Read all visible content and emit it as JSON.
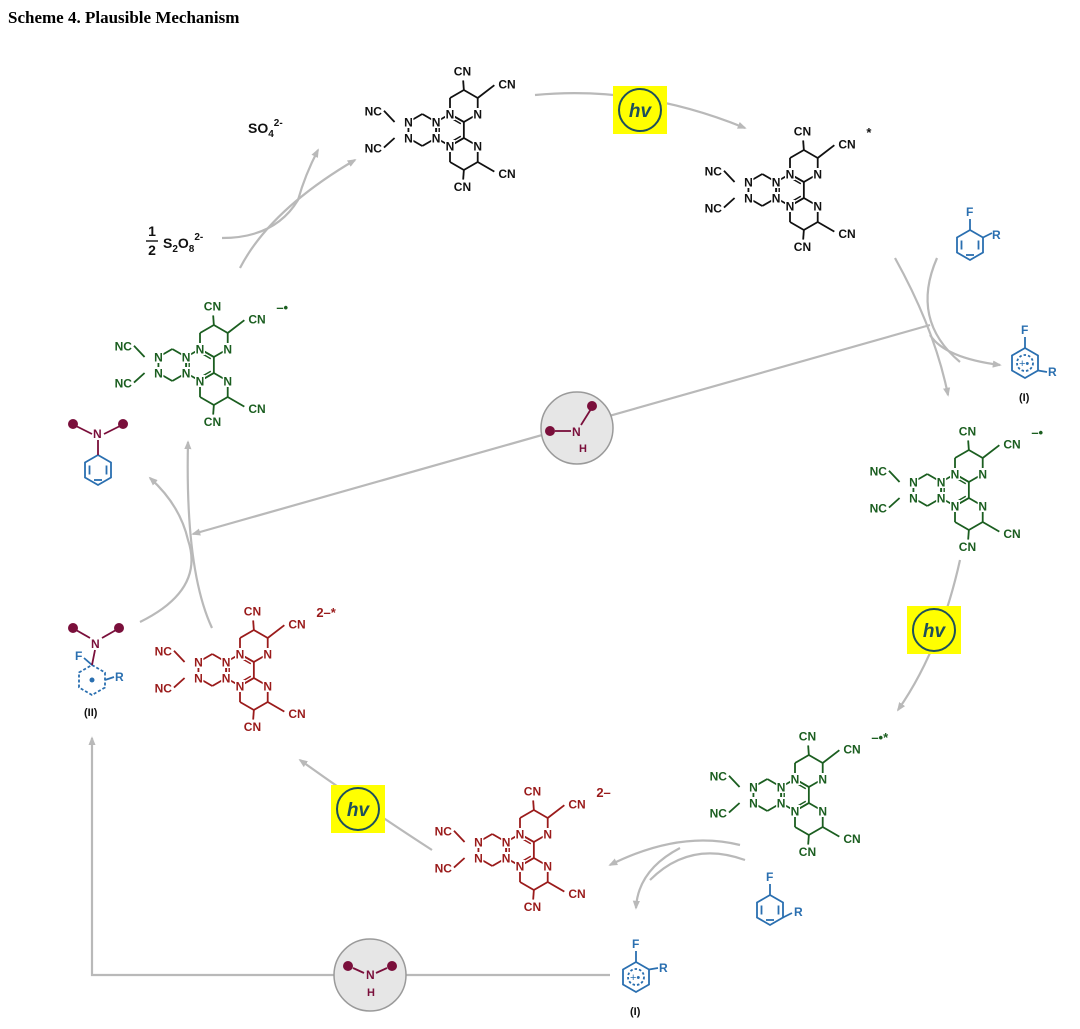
{
  "title": "Scheme 4. Plausible Mechanism",
  "colors": {
    "neutral": "#111111",
    "radical_anion": "#1b5e20",
    "dianion": "#9a1b1b",
    "arene": "#2a6fb0",
    "amine": "#7a0f3b",
    "arrow": "#b9b9b9",
    "hv_fill": "#ffff00"
  },
  "species": {
    "top": {
      "superscript": "",
      "state": "neutral"
    },
    "excited": {
      "superscript": "*",
      "state": "neutral"
    },
    "right_anion": {
      "superscript": "–•",
      "state": "radical_anion"
    },
    "excited_anion": {
      "superscript": "–•*",
      "state": "radical_anion"
    },
    "dianion": {
      "superscript": "2–",
      "state": "dianion"
    },
    "excited_dianion": {
      "superscript": "2–*",
      "state": "dianion"
    },
    "left_anion": {
      "superscript": "–•",
      "state": "radical_anion"
    }
  },
  "labels": {
    "cn": "CN",
    "nc": "NC",
    "n": "N",
    "f": "F",
    "r": "R",
    "h": "H",
    "hv": "hv",
    "sulfate_base": "SO",
    "sulfate_sub": "4",
    "sulfate_sup": "2-",
    "half_num": "1",
    "half_den": "2",
    "persulfate_s": "S",
    "persulfate_sub1": "2",
    "persulfate_o": "O",
    "persulfate_sub2": "8",
    "persulfate_sup": "2-",
    "radical_cation_label": "(I)",
    "intermediate_label": "(II)"
  }
}
